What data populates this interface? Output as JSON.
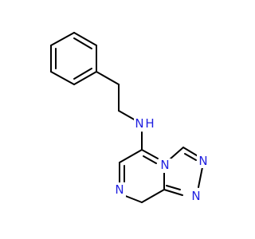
{
  "molecule": {
    "atoms": {
      "amine_n": {
        "label": "N",
        "sub": "H",
        "color": "#1f1fe0"
      },
      "bridge_n": {
        "label": "N",
        "color": "#1f1fe0"
      },
      "pyrazine_n": {
        "label": "N",
        "color": "#1f1fe0"
      },
      "triazole_n1": {
        "label": "N",
        "color": "#1f1fe0"
      },
      "triazole_n2": {
        "label": "N",
        "color": "#1f1fe0"
      }
    },
    "bond_color": "#000000"
  }
}
